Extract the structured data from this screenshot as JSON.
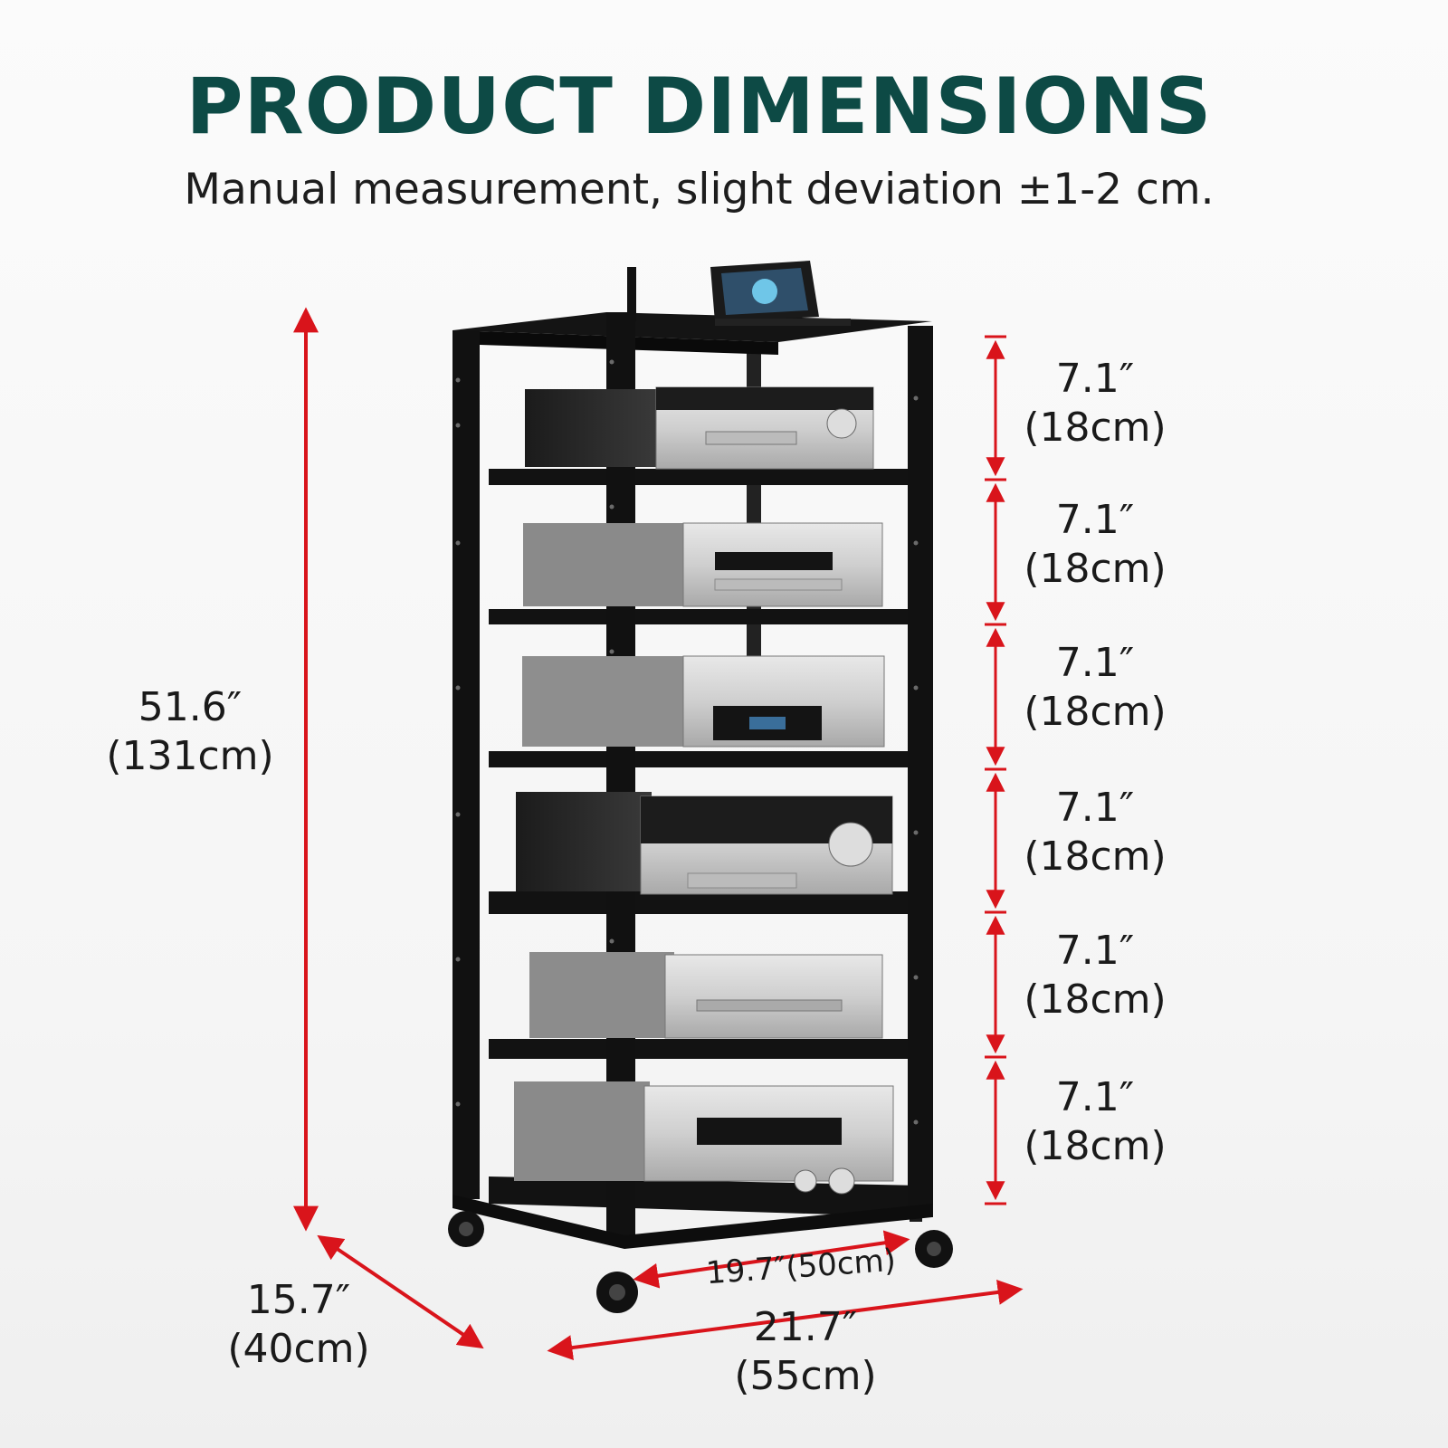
{
  "header": {
    "title": "PRODUCT DIMENSIONS",
    "subtitle": "Manual measurement, slight deviation ±1-2 cm."
  },
  "dimensions": {
    "shelf_spacing": [
      {
        "inch": "7.1″",
        "cm": "(18cm)"
      },
      {
        "inch": "7.1″",
        "cm": "(18cm)"
      },
      {
        "inch": "7.1″",
        "cm": "(18cm)"
      },
      {
        "inch": "7.1″",
        "cm": "(18cm)"
      },
      {
        "inch": "7.1″",
        "cm": "(18cm)"
      },
      {
        "inch": "7.1″",
        "cm": "(18cm)"
      }
    ],
    "height": {
      "inch": "51.6″",
      "cm": "(131cm)"
    },
    "depth": {
      "inch": "15.7″",
      "cm": "(40cm)"
    },
    "width": {
      "inch": "21.7″",
      "cm": "(55cm)"
    },
    "inner_width": "19.7″(50cm)"
  },
  "colors": {
    "title": "#0d4a45",
    "arrow": "#d9141b",
    "frame": "#111111",
    "device_silver": "#c9c9c9"
  }
}
